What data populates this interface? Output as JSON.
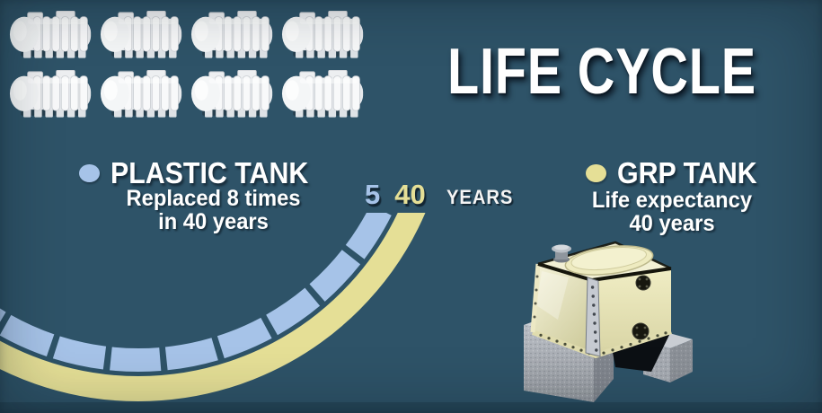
{
  "title": "LIFE CYCLE",
  "plastic_tank": {
    "label": "PLASTIC TANK",
    "description_line1": "Replaced 8 times",
    "description_line2": "in 40 years",
    "icon_count": 8
  },
  "grp_tank": {
    "label": "GRP TANK",
    "description_line1": "Life expectancy",
    "description_line2": "40 years"
  },
  "timeline": {
    "plastic_years": "5",
    "grp_years": "40",
    "unit_label": "YEARS"
  },
  "icons": {
    "plastic_tank_icon": "horizontal ribbed plastic water tank",
    "grp_tank_icon": "GRP sectional water tank on concrete plinths",
    "plastic_bullet": "blue-dot",
    "grp_bullet": "khaki-dot"
  },
  "colors": {
    "background": "#2e5368",
    "footer_strip": "#26475a",
    "plastic_accent": "#a6c3e8",
    "grp_accent": "#e5df96",
    "text": "#ffffff"
  }
}
